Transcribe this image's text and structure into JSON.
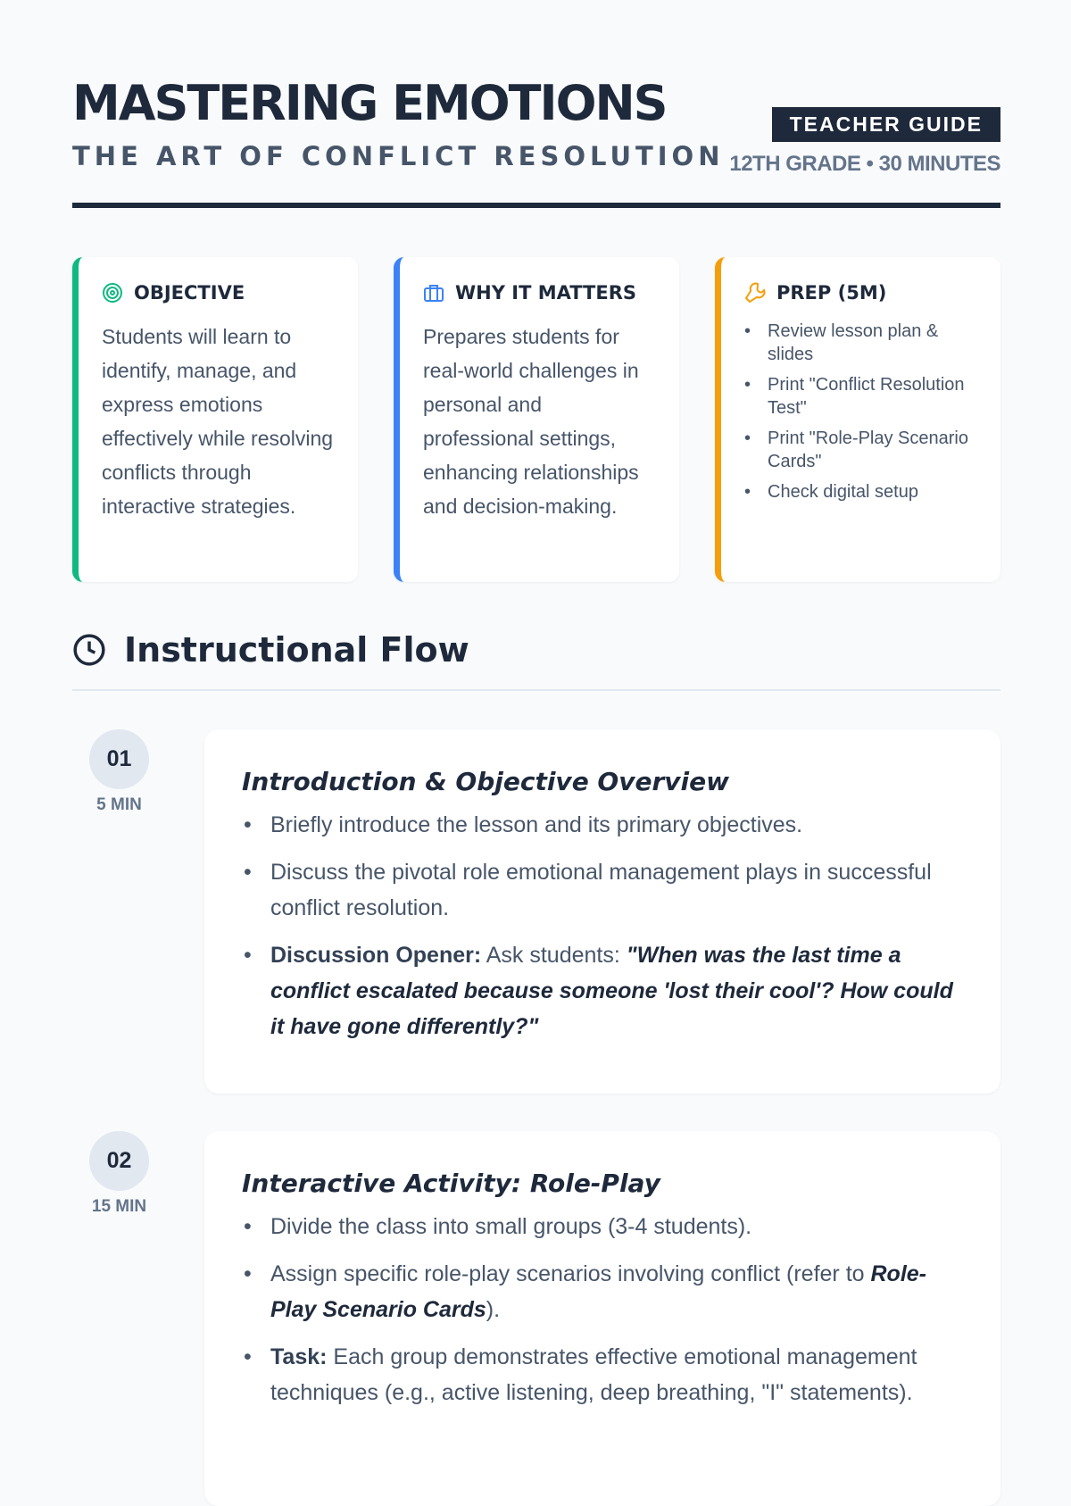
{
  "header": {
    "title": "MASTERING EMOTIONS",
    "subtitle": "THE ART OF CONFLICT RESOLUTION",
    "badge": "TEACHER GUIDE",
    "meta": "12TH GRADE • 30 MINUTES"
  },
  "cards": [
    {
      "title": "OBJECTIVE",
      "icon": "target-icon",
      "color": "#10b981",
      "text": "Students will learn to identify, manage, and express emotions effectively while resolving conflicts through interactive strategies."
    },
    {
      "title": "WHY IT MATTERS",
      "icon": "briefcase-icon",
      "color": "#3b82f6",
      "text": "Prepares students for real-world challenges in personal and professional settings, enhancing relationships and decision-making."
    },
    {
      "title": "PREP (5M)",
      "icon": "wrench-icon",
      "color": "#f59e0b",
      "items": [
        "Review lesson plan & slides",
        "Print \"Conflict Resolution Test\"",
        "Print \"Role-Play Scenario Cards\"",
        "Check digital setup"
      ]
    }
  ],
  "section": {
    "title": "Instructional Flow",
    "icon": "clock-icon"
  },
  "steps": [
    {
      "num": "01",
      "duration": "5 MIN",
      "title": "Introduction & Objective Overview",
      "b1": "Briefly introduce the lesson and its primary objectives.",
      "b2": "Discuss the pivotal role emotional management plays in successful conflict resolution.",
      "b3_label": "Discussion Opener:",
      "b3_text": " Ask students: ",
      "b3_quote": "\"When was the last time a conflict escalated because someone 'lost their cool'? How could it have gone differently?\""
    },
    {
      "num": "02",
      "duration": "15 MIN",
      "title": "Interactive Activity: Role-Play",
      "b1": "Divide the class into small groups (3-4 students).",
      "b2": "Assign specific role-play scenarios involving conflict (refer to ",
      "b2_ref": "Role-Play Scenario Cards",
      "b2_end": ").",
      "b3_label": "Task:",
      "b3_text": " Each group demonstrates effective emotional management techniques (e.g., active listening, deep breathing, \"I\" statements)."
    }
  ]
}
